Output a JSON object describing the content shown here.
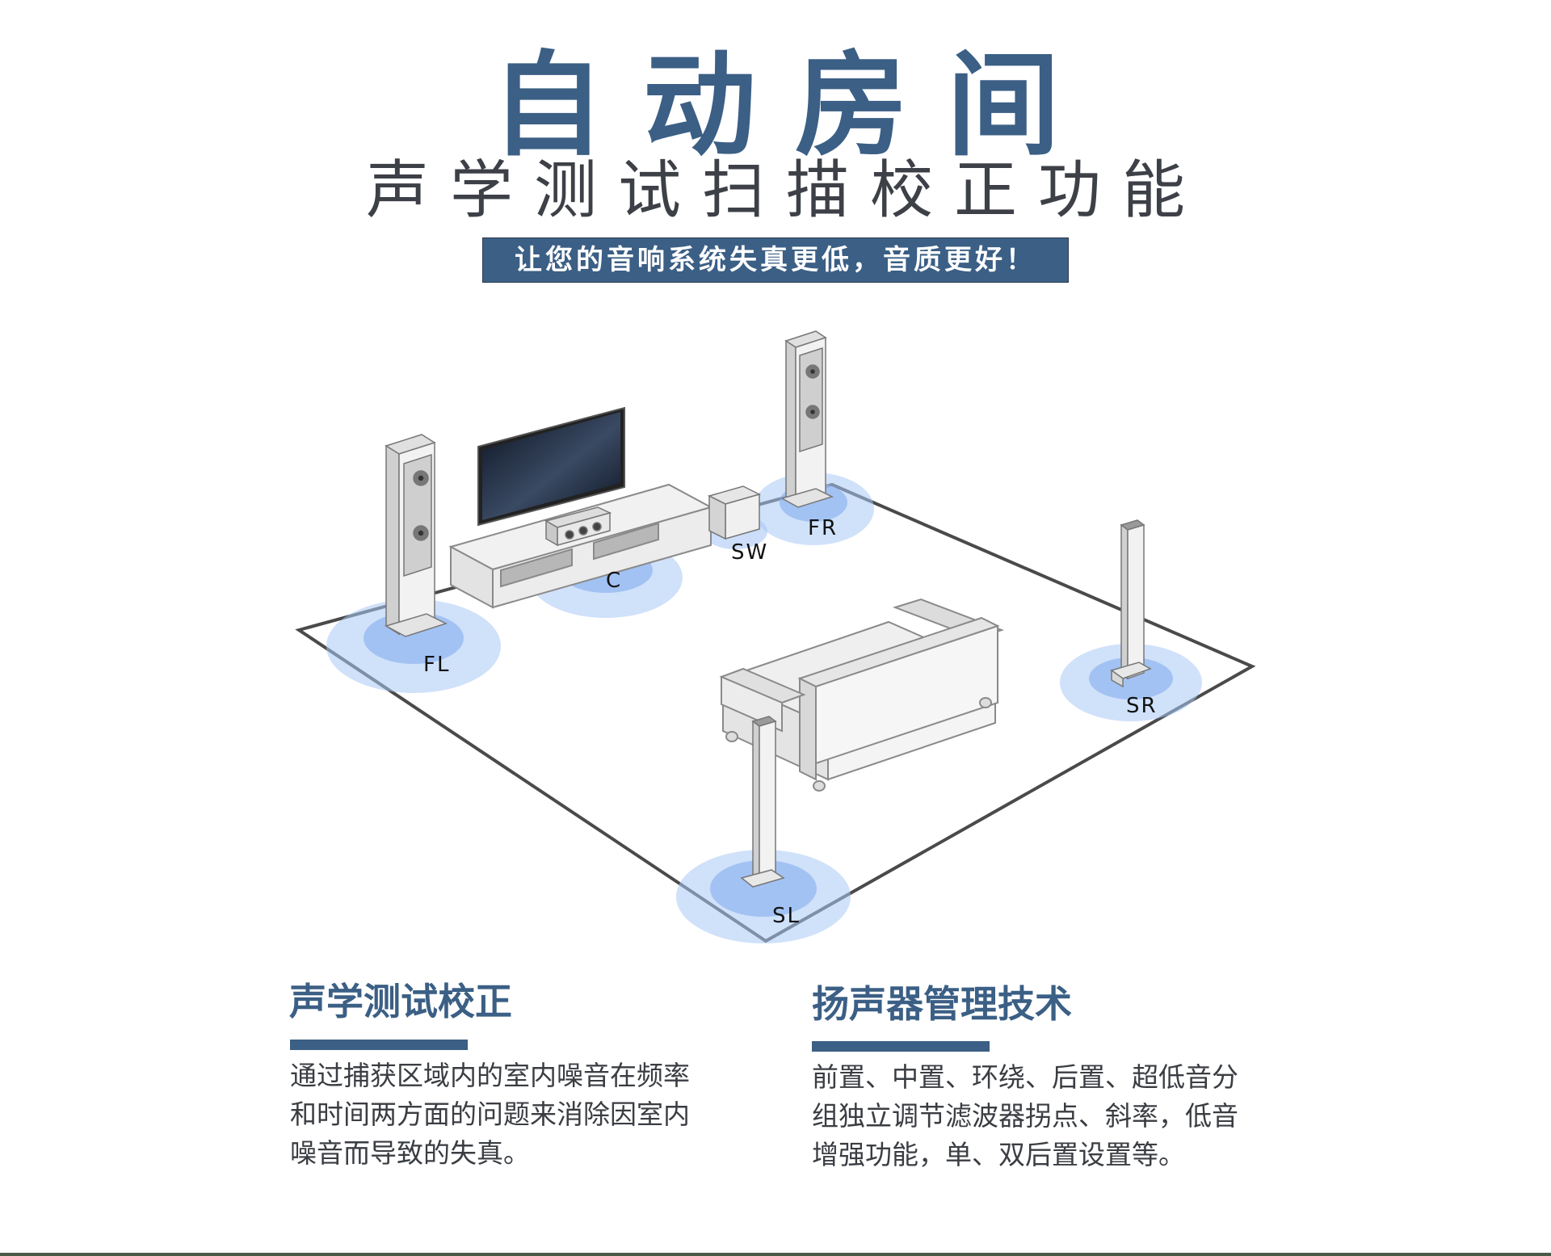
{
  "header": {
    "title": "自动房间",
    "subtitle": "声学测试扫描校正功能",
    "banner": "让您的音响系统失真更低，音质更好！"
  },
  "diagram": {
    "speakers": [
      {
        "id": "FL",
        "label": "FL"
      },
      {
        "id": "C",
        "label": "C"
      },
      {
        "id": "SW",
        "label": "SW"
      },
      {
        "id": "FR",
        "label": "FR"
      },
      {
        "id": "SR",
        "label": "SR"
      },
      {
        "id": "SL",
        "label": "SL"
      }
    ],
    "zone_color": "#aac8f5",
    "zone_inner_color": "#8fb5ef"
  },
  "sections": [
    {
      "title": "声学测试校正",
      "lines": [
        "通过捕获区域内的室内噪音在频率",
        "和时间两方面的问题来消除因室内",
        "噪音而导致的失真。"
      ]
    },
    {
      "title": "扬声器管理技术",
      "lines": [
        "前置、中置、环绕、后置、超低音分",
        "组独立调节滤波器拐点、斜率，低音",
        "增强功能，单、双后置设置等。"
      ]
    }
  ],
  "colors": {
    "accent": "#3b5f85",
    "text": "#3a3d42"
  }
}
